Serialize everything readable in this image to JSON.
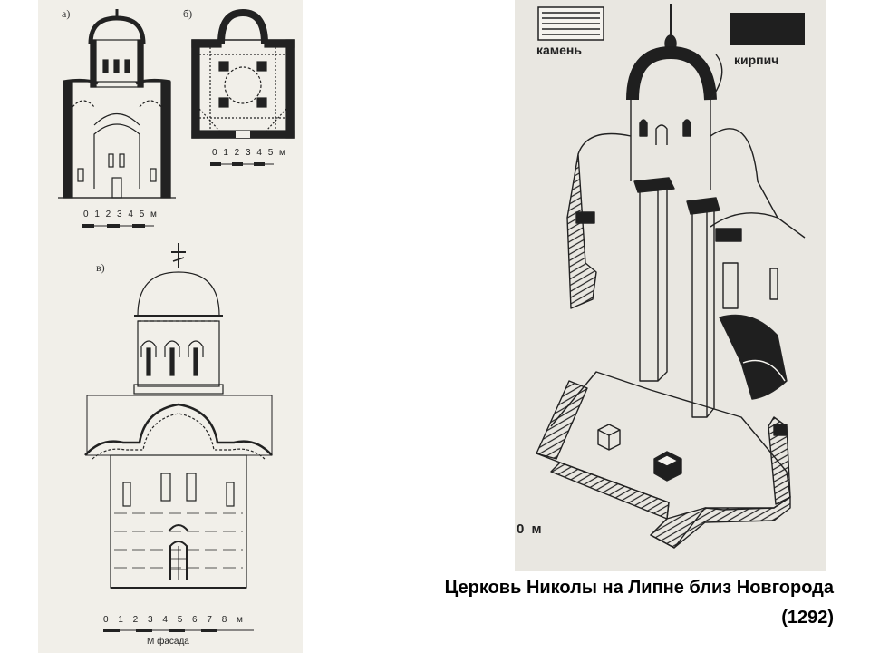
{
  "figures": {
    "a": {
      "label": "а)",
      "scale": "0 1 2 3 4 5 м"
    },
    "b": {
      "label": "б)",
      "scale": "0 1 2 3 4 5 м"
    },
    "v": {
      "label": "в)",
      "scale": "0 1 2 3 4 5 6 7 8 м",
      "scale_caption": "М фасада"
    }
  },
  "legend": {
    "stone": "камень",
    "brick": "кирпич"
  },
  "axon_scale_fragment": "0 м",
  "caption": {
    "line1": "Церковь Николы на Липне близ Новгорода",
    "line2": "(1292)"
  },
  "colors": {
    "paper_left": "#f1efe9",
    "paper_right": "#e9e7e1",
    "ink": "#222222",
    "caption": "#000000"
  }
}
